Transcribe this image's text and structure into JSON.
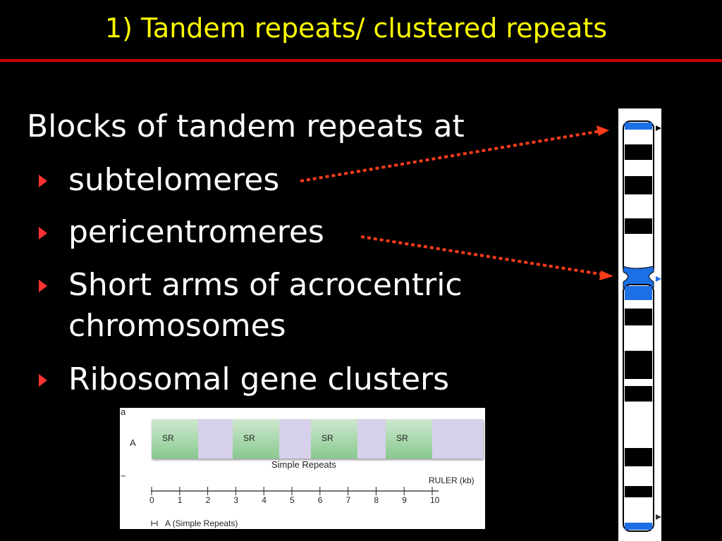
{
  "slide": {
    "title": "1) Tandem repeats/ clustered repeats",
    "intro": "Blocks of tandem repeats at",
    "bullets": [
      "subtelomeres",
      "pericentromeres",
      "Short arms of acrocentric",
      "chromosomes",
      "Ribosomal gene clusters"
    ]
  },
  "diagram": {
    "panel_label": "a",
    "row_label": "A",
    "sr_label": "SR",
    "caption": "Simple Repeats",
    "ruler_label": "RULER (kb)",
    "ruler_ticks": [
      "0",
      "1",
      "2",
      "3",
      "4",
      "5",
      "6",
      "7",
      "8",
      "9",
      "10"
    ],
    "legend": "A (Simple Repeats)",
    "tilde": "~"
  },
  "colors": {
    "title": "#ffff00",
    "title_rule": "#cc0000",
    "bullet_arrow": "#ff3333",
    "connector": "#ff3b1a",
    "chromosome_blue": "#1d6fe6"
  }
}
